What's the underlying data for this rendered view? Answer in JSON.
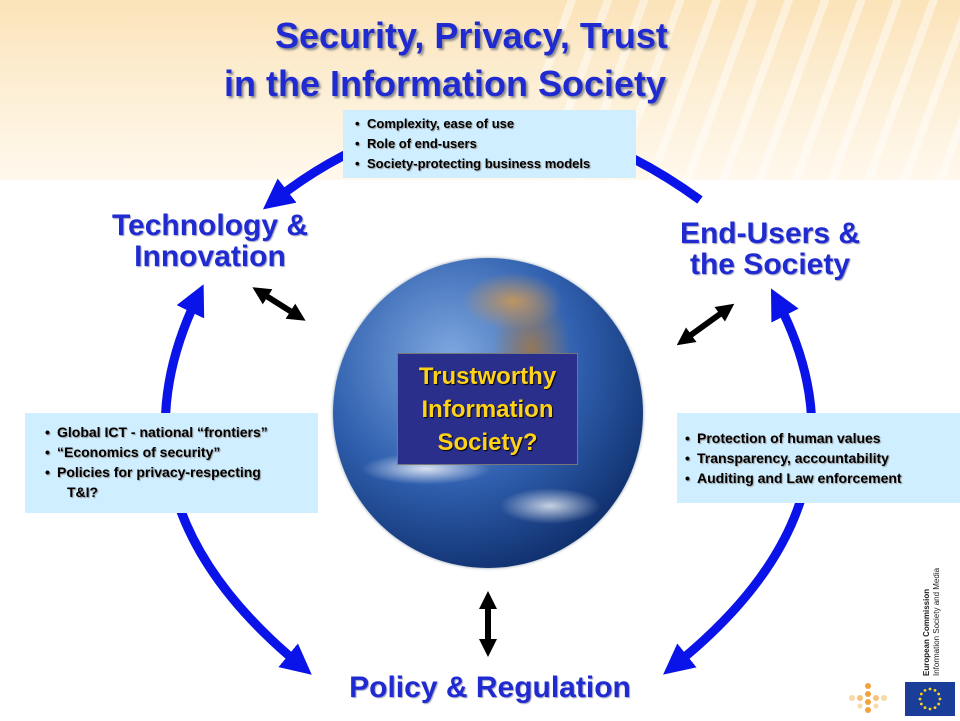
{
  "title": {
    "line1": "Security, Privacy, Trust",
    "line2": "in the Information Society"
  },
  "top_box": {
    "items": [
      "Complexity,  ease of use",
      "Role of end-users",
      "Society-protecting  business  models"
    ]
  },
  "nodes": {
    "technology": {
      "line1": "Technology  &",
      "line2": "Innovation"
    },
    "end_users": {
      "line1": "End-Users &",
      "line2": "the Society"
    },
    "policy": "Policy & Regulation"
  },
  "left_box": {
    "items": [
      "Global ICT - national  “frontiers”",
      "“Economics  of security”",
      "Policies for privacy-respecting"
    ],
    "continuation": "T&I?"
  },
  "right_box": {
    "items": [
      "Protection  of human values",
      "Transparency,  accountability",
      "Auditing  and Law enforcement"
    ]
  },
  "center": {
    "line1": "Trustworthy",
    "line2": "Information",
    "line3": "Society?"
  },
  "logo": {
    "org": "European Commission",
    "dg": "Information Society and Media"
  },
  "colors": {
    "title_blue": "#1f2bd0",
    "arrow_blue": "#0a14e8",
    "box_fill": "#cfeeff",
    "center_fill": "#2a2f8c",
    "center_text": "#ffd21a"
  },
  "icons": [
    "globe-image",
    "eu-flag-icon",
    "dots-logo-icon"
  ]
}
